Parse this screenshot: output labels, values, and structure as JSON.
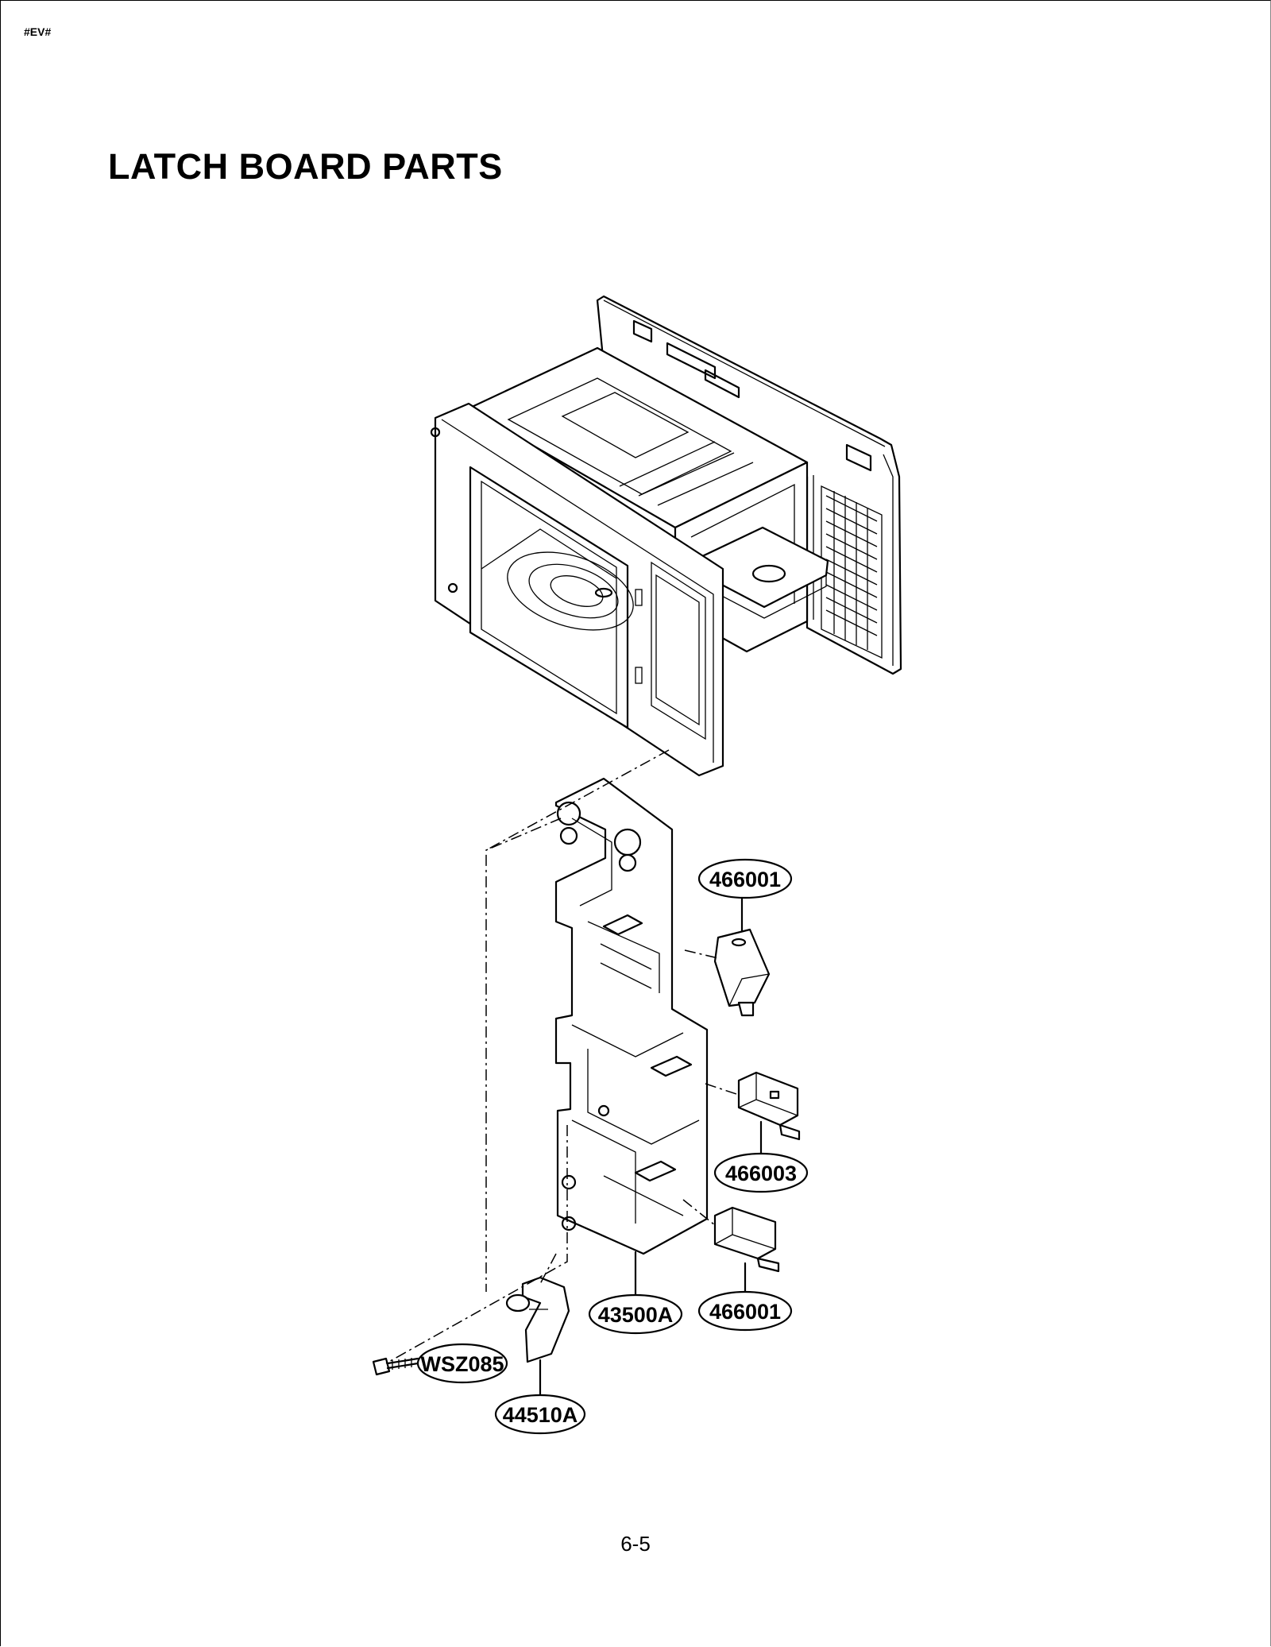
{
  "header": {
    "code": "#EV#"
  },
  "page": {
    "title": "LATCH BOARD PARTS",
    "number": "6-5"
  },
  "callouts": {
    "switch_top": "466001",
    "switch_middle": "466003",
    "switch_bottom": "466001",
    "latch_board": "43500A",
    "latch_lever": "44510A",
    "screw": "WSZ085"
  }
}
